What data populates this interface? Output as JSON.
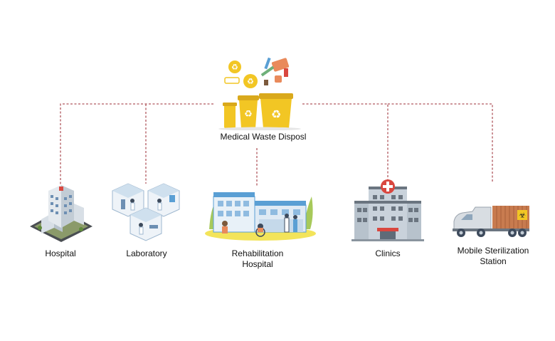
{
  "diagram": {
    "center": {
      "label": "Medical Waste Disposl",
      "icon": "recycling-bins-icon"
    },
    "nodes": [
      {
        "id": "hospital",
        "label": "Hospital",
        "icon": "hospital-building-icon"
      },
      {
        "id": "laboratory",
        "label": "Laboratory",
        "icon": "laboratory-rooms-icon"
      },
      {
        "id": "rehab",
        "label": "Rehabilitation\nHospital",
        "icon": "rehabilitation-hospital-icon"
      },
      {
        "id": "clinics",
        "label": "Clinics",
        "icon": "clinic-building-icon"
      },
      {
        "id": "mobile",
        "label": "Mobile Sterilization\nStation",
        "icon": "biohazard-truck-icon"
      }
    ],
    "colors": {
      "connector": "#b0585e",
      "bin_yellow": "#f2c624",
      "building_gray": "#9aa3ad"
    }
  }
}
